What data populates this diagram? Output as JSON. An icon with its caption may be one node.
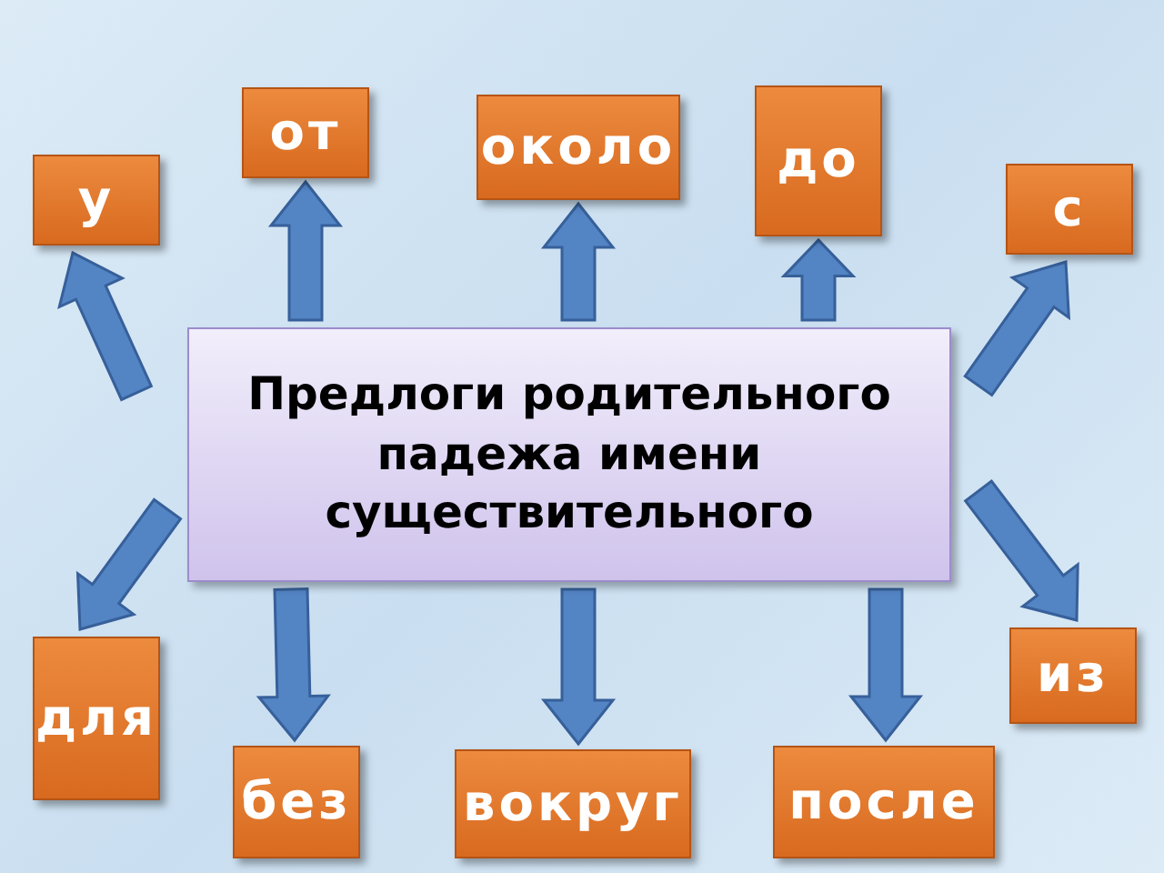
{
  "diagram": {
    "nodes": [
      {
        "text": [
          "Предлоги родительного падежа имени существительного"
        ]
      },
      {
        "text": [
          "от"
        ]
      },
      {
        "text": [
          "около"
        ]
      },
      {
        "text": [
          "до"
        ]
      },
      {
        "text": [
          "у"
        ]
      },
      {
        "text": [
          "с"
        ]
      },
      {
        "text": [
          "для"
        ]
      },
      {
        "text": [
          "из"
        ]
      },
      {
        "text": [
          "без"
        ]
      },
      {
        "text": [
          "вокруг"
        ]
      },
      {
        "text": [
          "после"
        ]
      }
    ],
    "edges": [
      {
        "from": 0,
        "to": 1,
        "arrow": "to"
      },
      {
        "from": 0,
        "to": 2,
        "arrow": "to"
      },
      {
        "from": 0,
        "to": 3,
        "arrow": "to"
      },
      {
        "from": 0,
        "to": 4,
        "arrow": "to"
      },
      {
        "from": 0,
        "to": 5,
        "arrow": "to"
      },
      {
        "from": 0,
        "to": 6,
        "arrow": "to"
      },
      {
        "from": 0,
        "to": 7,
        "arrow": "to"
      },
      {
        "from": 0,
        "to": 8,
        "arrow": "to"
      },
      {
        "from": 0,
        "to": 9,
        "arrow": "to"
      },
      {
        "from": 0,
        "to": 10,
        "arrow": "to"
      }
    ]
  }
}
